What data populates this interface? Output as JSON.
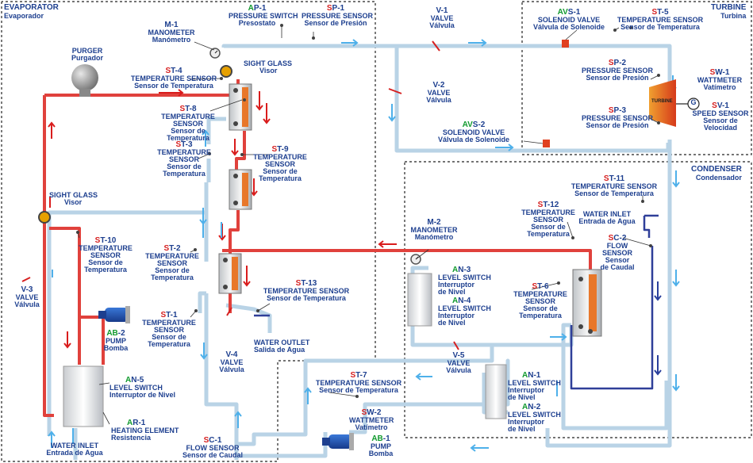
{
  "sections": {
    "evaporator": {
      "en": "EVAPORATOR",
      "es": "Evaporador"
    },
    "turbine": {
      "en": "TURBINE",
      "es": "Turbina"
    },
    "condenser": {
      "en": "CONDENSER",
      "es": "Condensador"
    }
  },
  "components": {
    "ap1": {
      "prefix": "A",
      "code": "P-1",
      "en": "PRESSURE SWITCH",
      "es": "Presostato"
    },
    "sp1": {
      "prefix": "S",
      "code": "P-1",
      "en": "PRESSURE SENSOR",
      "es": "Sensor de Presión"
    },
    "m1": {
      "prefix": "",
      "code": "M-1",
      "en": "MANOMETER",
      "es": "Manómetro"
    },
    "sightglass1": {
      "en": "SIGHT GLASS",
      "es": "Visor"
    },
    "sightglass2": {
      "en": "SIGHT GLASS",
      "es": "Visor"
    },
    "purger": {
      "en": "PURGER",
      "es": "Purgador"
    },
    "st4": {
      "prefix": "S",
      "code": "T-4",
      "en": "TEMPERATURE SENSOR",
      "es": "Sensor de Temperatura"
    },
    "st8": {
      "prefix": "S",
      "code": "T-8",
      "en1": "TEMPERATURE",
      "en2": "SENSOR",
      "es1": "Sensor de",
      "es2": "Temperatura"
    },
    "st3": {
      "prefix": "S",
      "code": "T-3",
      "en1": "TEMPERATURE",
      "en2": "SENSOR",
      "es1": "Sensor de",
      "es2": "Temperatura"
    },
    "st9": {
      "prefix": "S",
      "code": "T-9",
      "en1": "TEMPERATURE",
      "en2": "SENSOR",
      "es1": "Sensor de",
      "es2": "Temperatura"
    },
    "st10": {
      "prefix": "S",
      "code": "T-10",
      "en1": "TEMPERATURE",
      "en2": "SENSOR",
      "es1": "Sensor de",
      "es2": "Temperatura"
    },
    "st2": {
      "prefix": "S",
      "code": "T-2",
      "en1": "TEMPERATURE",
      "en2": "SENSOR",
      "es1": "Sensor de",
      "es2": "Temperatura"
    },
    "st1": {
      "prefix": "S",
      "code": "T-1",
      "en1": "TEMPERATURE",
      "en2": "SENSOR",
      "es1": "Sensor de",
      "es2": "Temperatura"
    },
    "st13": {
      "prefix": "S",
      "code": "T-13",
      "en": "TEMPERATURE SENSOR",
      "es": "Sensor de Temperatura"
    },
    "st7": {
      "prefix": "S",
      "code": "T-7",
      "en": "TEMPERATURE SENSOR",
      "es": "Sensor de Temperatura"
    },
    "v1": {
      "prefix": "",
      "code": "V-1",
      "en": "VALVE",
      "es": "Válvula"
    },
    "v2": {
      "prefix": "",
      "code": "V-2",
      "en": "VALVE",
      "es": "Válvula"
    },
    "v3": {
      "prefix": "",
      "code": "V-3",
      "en": "VALVE",
      "es": "Válvula"
    },
    "v4": {
      "prefix": "",
      "code": "V-4",
      "en": "VALVE",
      "es": "Válvula"
    },
    "v5": {
      "prefix": "",
      "code": "V-5",
      "en": "VALVE",
      "es": "Válvula"
    },
    "avs1": {
      "prefix": "AV",
      "code": "S-1",
      "en": "SOLENOID VALVE",
      "es": "Válvula de Solenoide"
    },
    "avs2": {
      "prefix": "AV",
      "code": "S-2",
      "en": "SOLENOID VALVE",
      "es": "Válvula de Solenoide"
    },
    "st5": {
      "prefix": "S",
      "code": "T-5",
      "en": "TEMPERATURE SENSOR",
      "es": "Sensor de Temperatura"
    },
    "sp2": {
      "prefix": "S",
      "code": "P-2",
      "en": "PRESSURE SENSOR",
      "es": "Sensor de Presión"
    },
    "sp3": {
      "prefix": "S",
      "code": "P-3",
      "en": "PRESSURE SENSOR",
      "es": "Sensor de Presión"
    },
    "sw1": {
      "prefix": "S",
      "code": "W-1",
      "en": "WATTMETER",
      "es": "Vatímetro"
    },
    "sv1": {
      "prefix": "S",
      "code": "V-1",
      "en": "SPEED SENSOR",
      "es1": "Sensor de",
      "es2": "Velocidad"
    },
    "turbine_label": "TURBINE",
    "generator_label": "G",
    "st11": {
      "prefix": "S",
      "code": "T-11",
      "en": "TEMPERATURE SENSOR",
      "es": "Sensor de Temperatura"
    },
    "st12": {
      "prefix": "S",
      "code": "T-12",
      "en1": "TEMPERATURE",
      "en2": "SENSOR",
      "es1": "Sensor de",
      "es2": "Temperatura"
    },
    "st6": {
      "prefix": "S",
      "code": "T-6",
      "en1": "TEMPERATURE",
      "en2": "SENSOR",
      "es1": "Sensor de",
      "es2": "Temperatura"
    },
    "waterinlet2": {
      "en": "WATER INLET",
      "es": "Entrada de Agua"
    },
    "sc2": {
      "prefix": "S",
      "code": "C-2",
      "en1": "FLOW",
      "en2": "SENSOR",
      "es1": "Sensor",
      "es2": "de Caudal"
    },
    "m2": {
      "prefix": "",
      "code": "M-2",
      "en": "MANOMETER",
      "es": "Manómetro"
    },
    "an3": {
      "prefix": "A",
      "code": "N-3",
      "en": "LEVEL SWITCH",
      "es1": "Interruptor",
      "es2": "de Nivel"
    },
    "an4": {
      "prefix": "A",
      "code": "N-4",
      "en": "LEVEL SWITCH",
      "es1": "Interruptor",
      "es2": "de Nivel"
    },
    "an1": {
      "prefix": "A",
      "code": "N-1",
      "en": "LEVEL SWITCH",
      "es1": "Interruptor",
      "es2": "de Nivel"
    },
    "an2": {
      "prefix": "A",
      "code": "N-2",
      "en": "LEVEL SWITCH",
      "es1": "Interruptor",
      "es2": "de Nivel"
    },
    "ab2": {
      "prefix": "AB",
      "code": "-2",
      "en": "PUMP",
      "es": "Bomba"
    },
    "ab1": {
      "prefix": "AB",
      "code": "-1",
      "en": "PUMP",
      "es": "Bomba"
    },
    "an5": {
      "prefix": "A",
      "code": "N-5",
      "en": "LEVEL SWITCH",
      "es": "Interruptor de Nivel"
    },
    "ar1": {
      "prefix": "A",
      "code": "R-1",
      "en": "HEATING ELEMENT",
      "es": "Resistencia"
    },
    "waterinlet1": {
      "en": "WATER INLET",
      "es": "Entrada de Agua"
    },
    "wateroutlet": {
      "en": "WATER OUTLET",
      "es": "Salida de Agua"
    },
    "sc1": {
      "prefix": "S",
      "code": "C-1",
      "en": "FLOW SENSOR",
      "es": "Sensor de Caudal"
    },
    "sw2": {
      "prefix": "S",
      "code": "W-2",
      "en": "WATTMETER",
      "es": "Vatímetro"
    }
  },
  "colors": {
    "hot_pipe": "#e0413c",
    "cold_pipe": "#b9d3e6",
    "coolant_pipe": "#2f3f99",
    "label_blue": "#1d3f8f",
    "prefix_green": "#119a2e",
    "prefix_red": "#d62020",
    "hot_arrow": "#d91c1c",
    "cold_arrow": "#4eb0ea",
    "coolant_arrow": "#2a3f9c",
    "exchanger_orange": "#e8772a"
  }
}
